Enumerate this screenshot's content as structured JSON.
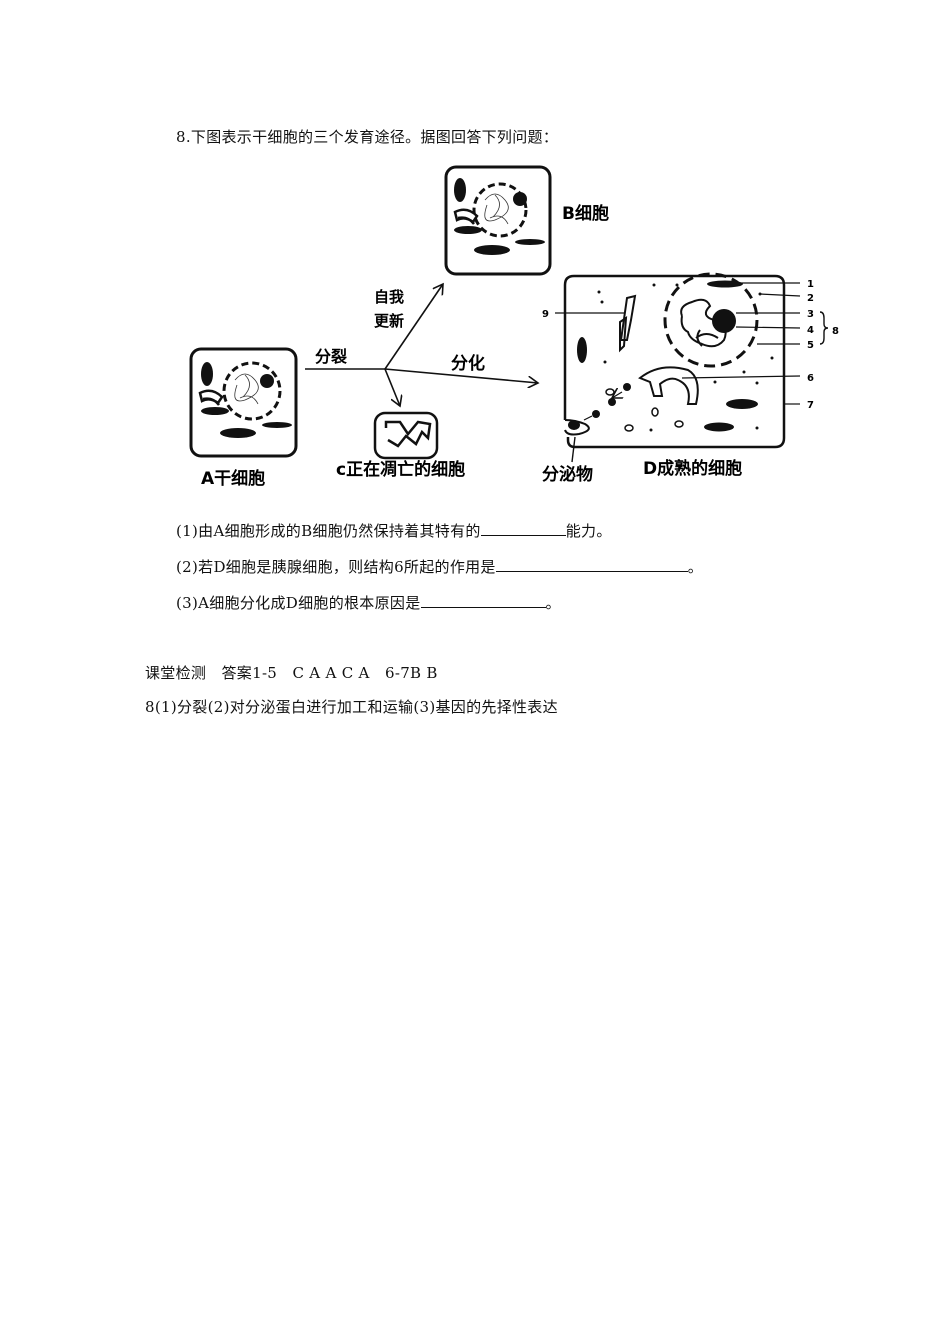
{
  "question": {
    "title": "8.下图表示干细胞的三个发育途径。据图回答下列问题：",
    "sub_questions": [
      {
        "prefix": "(1)由A细胞形成的B细胞仍然保持着其特有的",
        "suffix": "能力。"
      },
      {
        "prefix": "(2)若D细胞是胰腺细胞，则结构6所起的作用是",
        "suffix": "。"
      },
      {
        "prefix": "(3)A细胞分化成D细胞的根本原因是",
        "suffix": "。"
      }
    ]
  },
  "diagram": {
    "cell_a_label": "A干细胞",
    "cell_b_label": "B细胞",
    "cell_c_label": "c正在凋亡的细胞",
    "cell_d_label": "D成熟的细胞",
    "arrow_divide": "分裂",
    "arrow_self_renew_1": "自我",
    "arrow_self_renew_2": "更新",
    "arrow_differentiate": "分化",
    "secretion_label": "分泌物",
    "structure_numbers": [
      "1",
      "2",
      "3",
      "4",
      "5",
      "6",
      "7",
      "8",
      "9"
    ]
  },
  "answers": {
    "line1": "课堂检测　答案1-5　C A A C A　6-7B B",
    "line2": "8(1)分裂(2)对分泌蛋白进行加工和运输(3)基因的先择性表达"
  }
}
